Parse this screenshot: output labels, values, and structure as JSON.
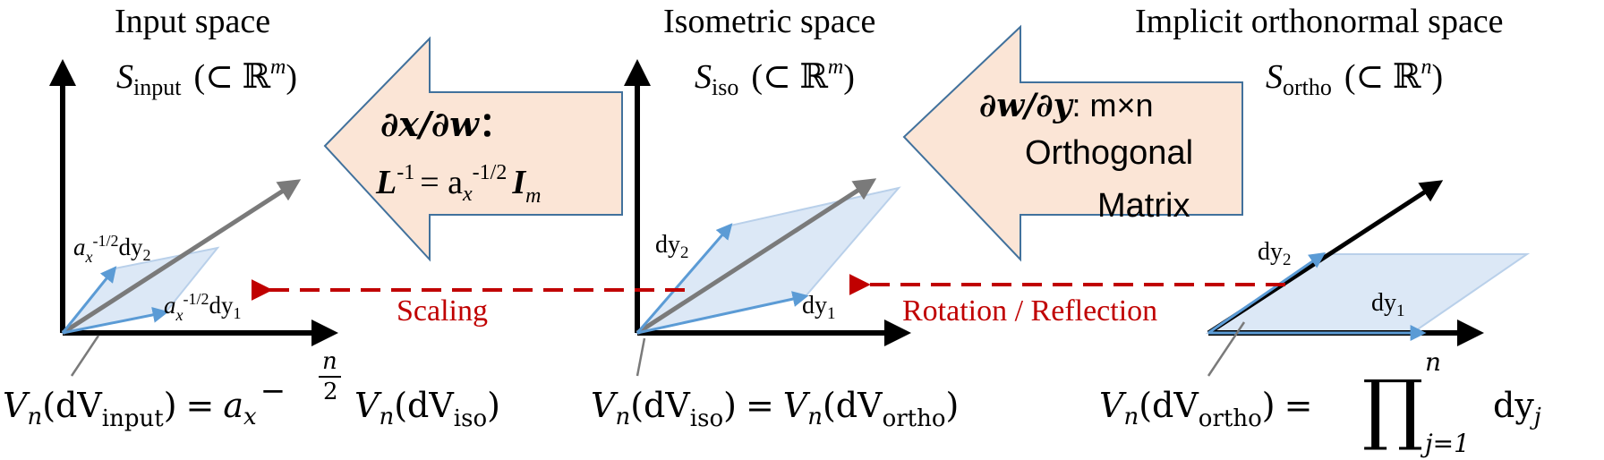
{
  "panels": {
    "input": {
      "title": "Input space",
      "space_symbol": "S",
      "space_sub": "input",
      "space_rel": "(⊂ ℝ",
      "space_sup": "m",
      "space_close": ")",
      "vec_coef": "a",
      "vec_coef_sub": "x",
      "vec_exp": "-1/2",
      "vec2_d": "dy",
      "vec2_sub": "2",
      "vec1_d": "dy",
      "vec1_sub": "1",
      "volume": {
        "lhs_v": "V",
        "lhs_n": "n",
        "lhs_arg_d": "(dV",
        "lhs_arg_sub": "input",
        "lhs_close": ")",
        "eq": "=",
        "coef": "a",
        "coef_sub": "x",
        "exp_minus": "−",
        "exp_num": "n",
        "exp_den": "2",
        "rhs_v": "V",
        "rhs_n": "n",
        "rhs_arg_d": "(dV",
        "rhs_arg_sub": "iso",
        "rhs_close": ")"
      }
    },
    "iso": {
      "title": "Isometric space",
      "space_symbol": "S",
      "space_sub": "iso",
      "space_rel": "(⊂ ℝ",
      "space_sup": "m",
      "space_close": ")",
      "vec2_d": "dy",
      "vec2_sub": "2",
      "vec1_d": "dy",
      "vec1_sub": "1",
      "volume": {
        "lhs_v": "V",
        "lhs_n": "n",
        "lhs_arg_d": "(dV",
        "lhs_arg_sub": "iso",
        "lhs_close": ")",
        "eq": "=",
        "rhs_v": "V",
        "rhs_n": "n",
        "rhs_arg_d": "(dV",
        "rhs_arg_sub": "ortho",
        "rhs_close": ")"
      }
    },
    "ortho": {
      "title": "Implicit orthonormal space",
      "space_symbol": "S",
      "space_sub": "ortho",
      "space_rel": "(⊂ ℝ",
      "space_sup": "n",
      "space_close": ")",
      "vec2_d": "dy",
      "vec2_sub": "2",
      "vec1_d": "dy",
      "vec1_sub": "1",
      "volume": {
        "lhs_v": "V",
        "lhs_n": "n",
        "lhs_arg_d": "(dV",
        "lhs_arg_sub": "ortho",
        "lhs_close": ")",
        "eq": "=",
        "prod": "∏",
        "prod_top": "n",
        "prod_bottom": "j=1",
        "term_d": "dy",
        "term_sub": "j"
      }
    }
  },
  "big_arrows": {
    "left": {
      "partial_x": "∂x/∂w",
      "colon": "：",
      "L": "L",
      "L_exp": "-1",
      "eq": "= a",
      "a_sub": "x",
      "a_exp": "-1/2",
      "I": "I",
      "I_sub": "m"
    },
    "right": {
      "partial_w": "∂w/∂y",
      "dims": ": m×n",
      "line2": "Orthogonal",
      "line3": "Matrix"
    }
  },
  "dashed_arrows": {
    "scaling": "Scaling",
    "rotation": "Rotation / Reflection"
  },
  "colors": {
    "axis": "#000000",
    "gray_vector": "#7a7a7a",
    "blue_vector": "#5b9bd5",
    "parallelogram_fill": "#dce8f6",
    "parallelogram_stroke": "#b9d0ea",
    "big_arrow_fill": "#fbe5d6",
    "big_arrow_stroke": "#41719c",
    "dashed_red": "#c00000"
  }
}
